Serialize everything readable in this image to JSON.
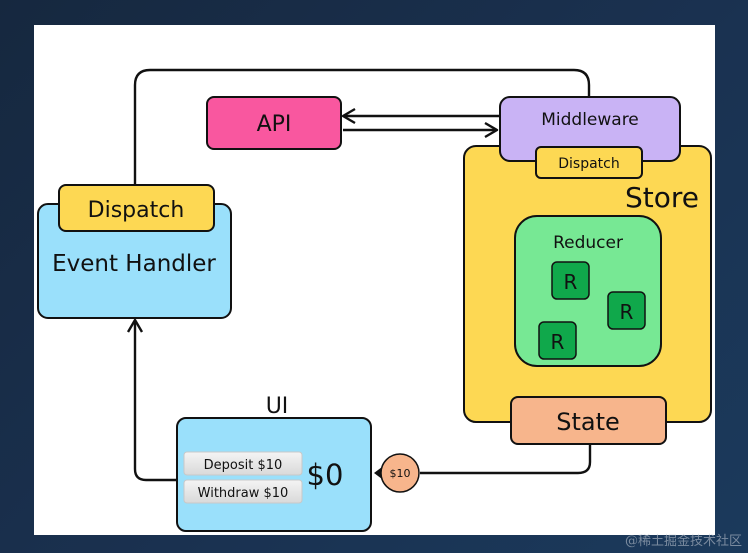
{
  "diagram": {
    "api": {
      "label": "API",
      "color": "#f9579f"
    },
    "middleware": {
      "label": "Middleware",
      "color": "#c9b3f5",
      "dispatch_label": "Dispatch"
    },
    "store": {
      "label": "Store",
      "color": "#fdd853"
    },
    "reducer": {
      "label": "Reducer",
      "color": "#77e894",
      "items": [
        "R",
        "R",
        "R"
      ],
      "item_color": "#10a84b"
    },
    "state": {
      "label": "State",
      "color": "#f7b58c"
    },
    "event_handler": {
      "label": "Event Handler",
      "color": "#9ae0fb",
      "dispatch_label": "Dispatch",
      "dispatch_color": "#fdd853"
    },
    "ui": {
      "title": "UI",
      "color": "#9ae0fb",
      "balance": "$0",
      "buttons": [
        "Deposit $10",
        "Withdraw $10"
      ]
    },
    "token": {
      "label": "$10",
      "color": "#f7b58c"
    }
  },
  "watermark": "@稀土掘金技术社区"
}
